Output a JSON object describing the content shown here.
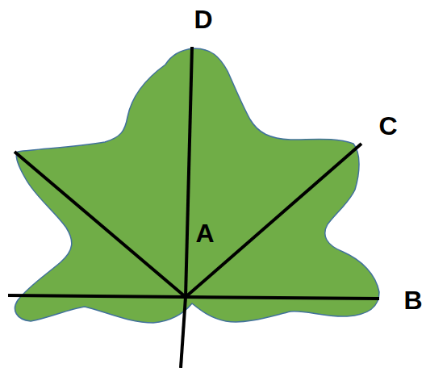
{
  "diagram": {
    "labels": [
      "D",
      "C",
      "A",
      "B"
    ]
  }
}
